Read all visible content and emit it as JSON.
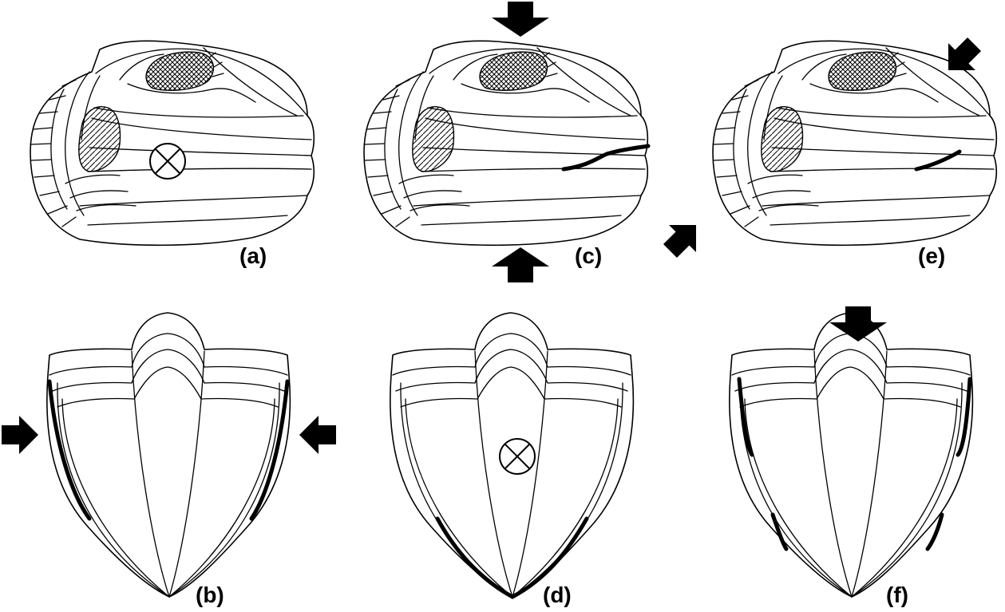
{
  "figure": {
    "panels": [
      {
        "id": "a",
        "label": "(a)",
        "view": "side",
        "marker": "cross-circle",
        "arrows": "none"
      },
      {
        "id": "b",
        "label": "(b)",
        "view": "front",
        "marker": "none",
        "arrows": "horizontal-pair"
      },
      {
        "id": "c",
        "label": "(c)",
        "view": "side",
        "marker": "none",
        "arrows": "vertical-pair"
      },
      {
        "id": "d",
        "label": "(d)",
        "view": "front",
        "marker": "cross-circle",
        "arrows": "none"
      },
      {
        "id": "e",
        "label": "(e)",
        "view": "side",
        "marker": "none",
        "arrows": "diagonal-pair"
      },
      {
        "id": "f",
        "label": "(f)",
        "view": "front",
        "marker": "none",
        "arrows": "top-down"
      }
    ],
    "colors": {
      "ink": "#000000",
      "background": "#ffffff"
    }
  }
}
